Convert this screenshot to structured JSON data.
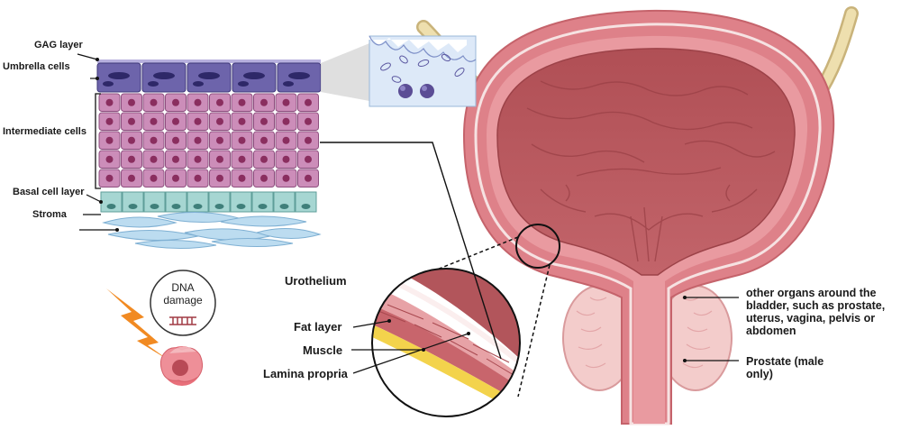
{
  "labels": {
    "gag_layer": "GAG  layer",
    "umbrella_cells": "Umbrella cells",
    "intermediate_cells": "Intermediate cells",
    "basal_cell_layer": "Basal cell layer",
    "stroma": "Stroma",
    "urothelium": "Urothelium",
    "fat_layer": "Fat layer",
    "muscle": "Muscle",
    "lamina_propria": "Lamina propria",
    "other_organs_1": "other organs around the",
    "other_organs_2": "bladder, such as prostate,",
    "other_organs_3": "uterus, vagina, pelvis or",
    "other_organs_4": "abdomen",
    "prostate_1": "Prostate (male",
    "prostate_2": "only)",
    "dna_1": "DNA",
    "dna_2": "damage"
  },
  "colors": {
    "umbrella": "#6a62a8",
    "intermediate": "#c98bb6",
    "basal": "#9fd0cc",
    "stroma": "#b8d8ee",
    "bladder_outer": "#d9727c",
    "bladder_inner": "#b5545a",
    "prostate": "#f1c5c5",
    "lightning": "#f18a22",
    "ureter": "#ead9a6",
    "fat": "#f2d24a"
  }
}
